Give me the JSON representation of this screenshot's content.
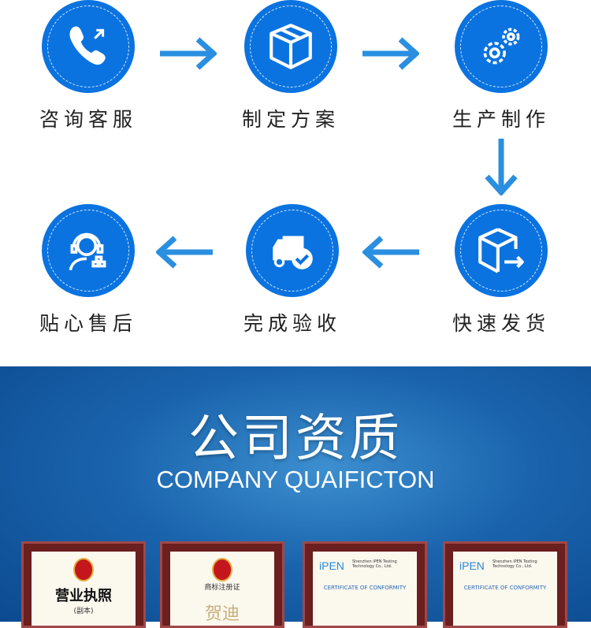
{
  "process": {
    "steps": [
      {
        "label": "咨询客服",
        "icon": "phone-icon"
      },
      {
        "label": "制定方案",
        "icon": "box-icon"
      },
      {
        "label": "生产制作",
        "icon": "gears-icon"
      },
      {
        "label": "快速发货",
        "icon": "shipping-box-icon"
      },
      {
        "label": "完成验收",
        "icon": "truck-check-icon"
      },
      {
        "label": "贴心售后",
        "icon": "headset-support-icon"
      }
    ]
  },
  "qualification": {
    "title": "公司资质",
    "subtitle": "COMPANY QUAIFICTON",
    "certificates": [
      {
        "title": "营业执照",
        "subtitle": "(副本)"
      },
      {
        "title": "商标注册证",
        "mark": "贺迪"
      },
      {
        "brand": "iPEN",
        "company": "Shenzhen iPEN Testing Technology Co., Ltd.",
        "title": "CERTIFICATE OF CONFORMITY"
      },
      {
        "brand": "iPEN",
        "company": "Shenzhen iPEN Testing Technology Co., Ltd.",
        "title": "CERTIFICATE OF CONFORMITY"
      }
    ]
  },
  "colors": {
    "accent": "#0a73e0",
    "arrow": "#2a8fe0"
  }
}
